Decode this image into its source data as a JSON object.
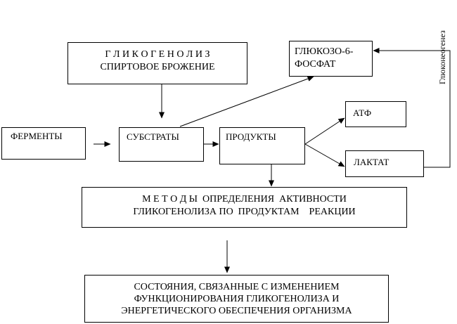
{
  "boxes": {
    "glycogenolysis": {
      "line1": "Г Л И К О Г Е Н О Л И З",
      "line2": "СПИРТОВОЕ БРОЖЕНИЕ"
    },
    "glucose6p": {
      "line1": "ГЛЮКОЗО-6-",
      "line2": "ФОСФАТ"
    },
    "enzymes": {
      "label": "ФЕРМЕНТЫ"
    },
    "substrates": {
      "label": "СУБСТРАТЫ"
    },
    "products": {
      "label": "ПРОДУКТЫ"
    },
    "atp": {
      "label": "АТФ"
    },
    "lactate": {
      "label": "ЛАКТАТ"
    },
    "methods": {
      "line1": "М Е Т О Д Ы  ОПРЕДЕЛЕНИЯ  АКТИВНОСТИ",
      "line2": "ГЛИКОГЕНОЛИЗА ПО  ПРОДУКТАМ    РЕАКЦИИ"
    },
    "states": {
      "line1": "СОСТОЯНИЯ, СВЯЗАННЫЕ С ИЗМЕНЕНИЕМ",
      "line2": "ФУНКЦИОНИРОВАНИЯ ГЛИКОГЕНОЛИЗА И",
      "line3": "ЭНЕРГЕТИЧЕСКОГО ОБЕСПЕЧЕНИЯ ОРГАНИЗМА"
    }
  },
  "gluconeogenesis_label": "Глюконеогенез",
  "colors": {
    "line": "#000000",
    "background": "#ffffff"
  }
}
